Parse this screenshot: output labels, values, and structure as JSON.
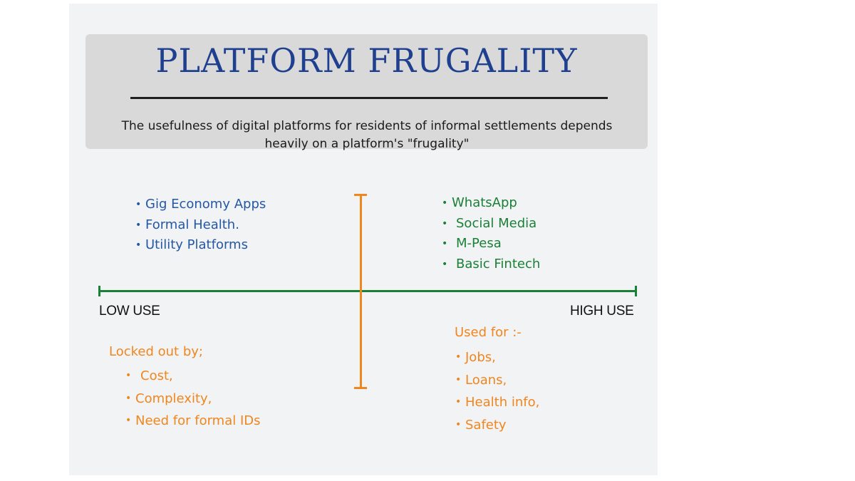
{
  "title": "PLATFORM FRUGALITY",
  "subtitle": "The usefulness of digital platforms for residents of informal settlements depends heavily on a platform's \"frugality\"",
  "axis": {
    "low_label": "LOW USE",
    "high_label": "HIGH USE"
  },
  "low_use_platforms": [
    "Gig Economy Apps",
    "Formal Health.",
    "Utility Platforms"
  ],
  "high_use_platforms": [
    "WhatsApp",
    "Social Media",
    "M-Pesa",
    "Basic Fintech"
  ],
  "locked_out": {
    "heading": "Locked out by;",
    "items": [
      "Cost,",
      "Complexity,",
      "Need for formal IDs"
    ]
  },
  "used_for": {
    "heading": "Used for :-",
    "items": [
      "Jobs,",
      "Loans,",
      "Health info,",
      "Safety"
    ]
  },
  "colors": {
    "title": "#1f3f8f",
    "blue_text": "#2457a6",
    "green": "#1a7f37",
    "orange": "#f0861e",
    "header_box": "#d9d9d9",
    "panel": "#f2f3f4"
  }
}
